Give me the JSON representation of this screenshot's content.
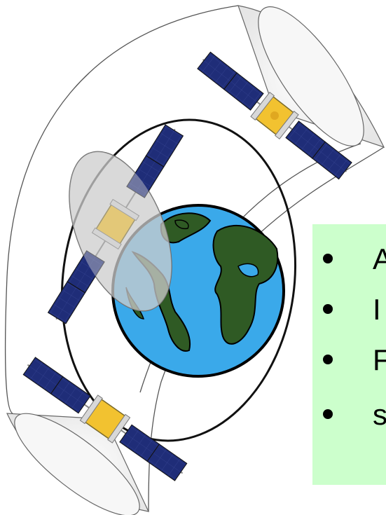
{
  "colors": {
    "ocean": "#3aa9ea",
    "land": "#2f5a24",
    "panel": "#1f2d78",
    "satellite_body": "#f2c230",
    "bullet_box_bg": "#ccffcc"
  },
  "bullets": [
    {
      "text": "A"
    },
    {
      "text": "I"
    },
    {
      "text": "F"
    },
    {
      "text": "s"
    }
  ]
}
